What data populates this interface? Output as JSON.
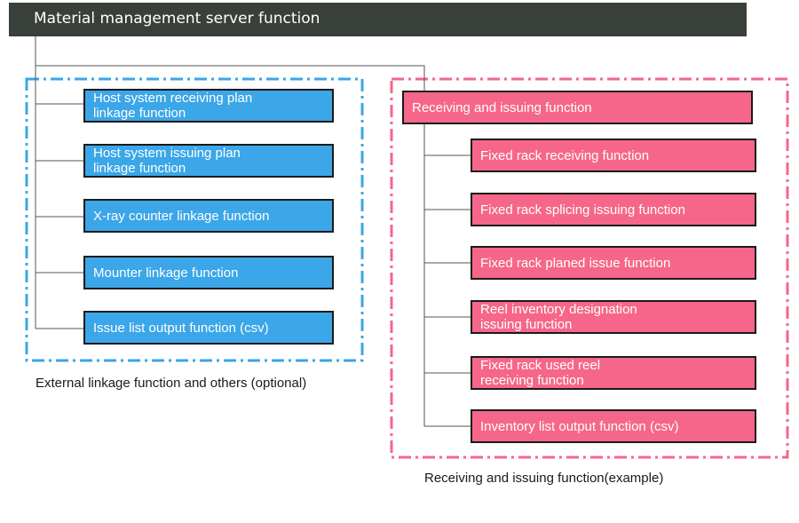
{
  "header": {
    "title": "Material management server function"
  },
  "external_group": {
    "caption": "External linkage function and others (optional)",
    "color": "#3ba6e8",
    "items": [
      "Host system receiving plan\nlinkage function",
      "Host system issuing plan\nlinkage function",
      "X-ray counter linkage function",
      "Mounter linkage function",
      "Issue list output function (csv)"
    ]
  },
  "receiving_group": {
    "caption": "Receiving and issuing function(example)",
    "color": "#f6668a",
    "parent": "Receiving and issuing function",
    "items": [
      "Fixed rack receiving function",
      "Fixed rack splicing issuing function",
      "Fixed rack planed issue function",
      "Reel inventory designation\nissuing function",
      "Fixed rack used reel\nreceiving function",
      "Inventory list output function (csv)"
    ]
  }
}
